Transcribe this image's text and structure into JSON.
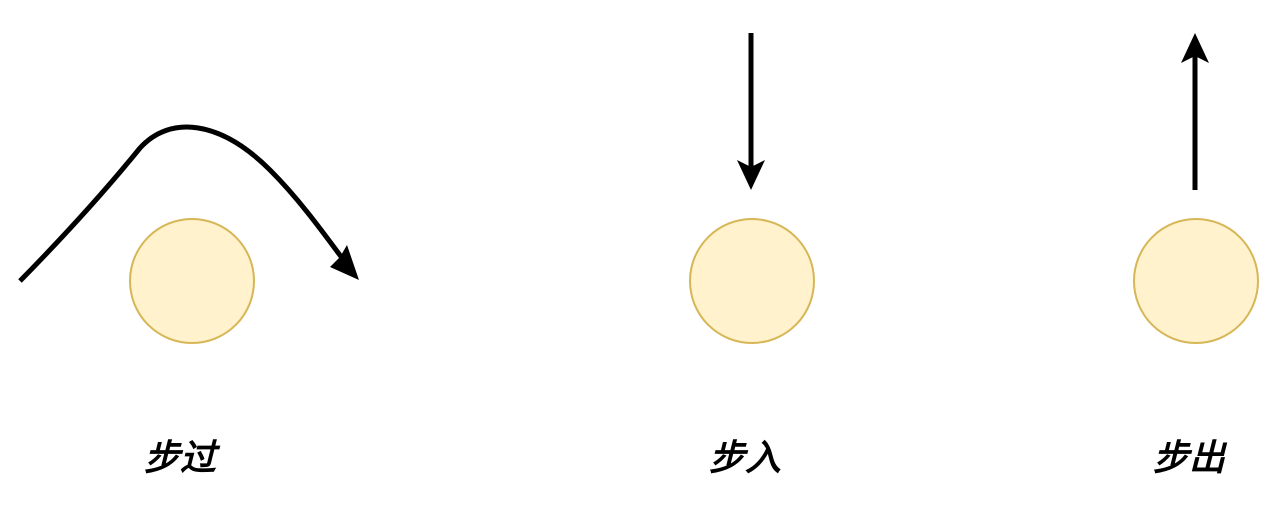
{
  "colors": {
    "circle_fill": "#fff2cc",
    "circle_stroke": "#d6b656",
    "arrow": "#000000"
  },
  "panels": [
    {
      "id": "step-over",
      "label": "步过",
      "arrow": "curve-over"
    },
    {
      "id": "step-into",
      "label": "步入",
      "arrow": "down"
    },
    {
      "id": "step-out",
      "label": "步出",
      "arrow": "up"
    }
  ]
}
